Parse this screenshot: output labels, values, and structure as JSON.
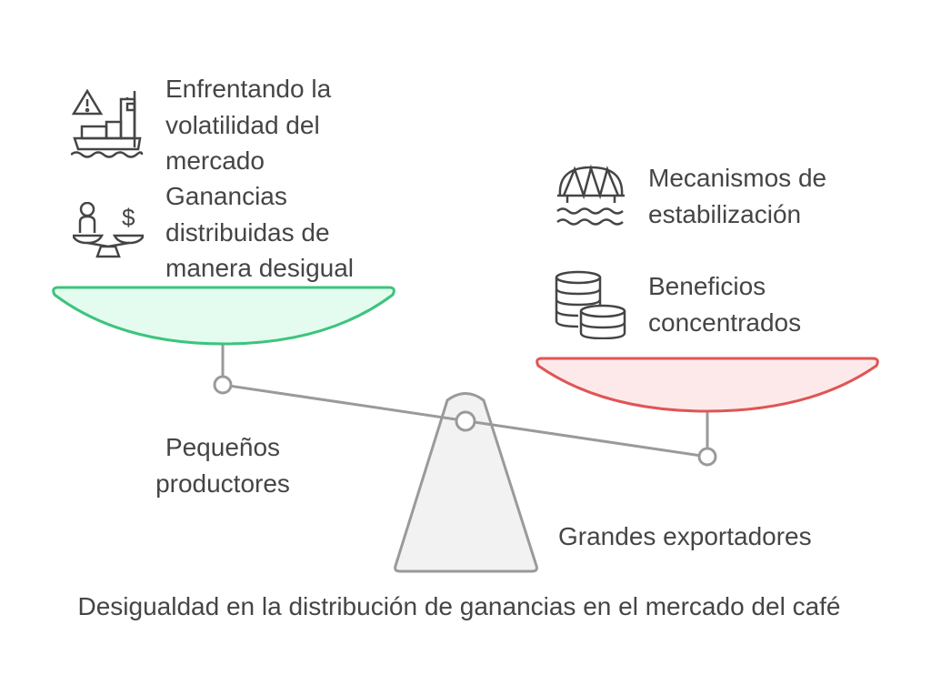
{
  "title": "Desigualdad en la distribución de ganancias en el mercado del café",
  "left": {
    "label": "Pequeños productores",
    "items": [
      {
        "icon": "ship-warning-icon",
        "text": "Enfrentando la volatilidad del mercado"
      },
      {
        "icon": "person-scale-money-icon",
        "text": "Ganancias distribuidas de manera desigual"
      }
    ],
    "color": "#3cc47c",
    "fill": "#e3fcef"
  },
  "right": {
    "label": "Grandes exportadores",
    "items": [
      {
        "icon": "bridge-water-icon",
        "text": "Mecanismos de estabilización"
      },
      {
        "icon": "coin-stack-icon",
        "text": "Beneficios concentrados"
      }
    ],
    "color": "#e05555",
    "fill": "#fde9e9"
  }
}
